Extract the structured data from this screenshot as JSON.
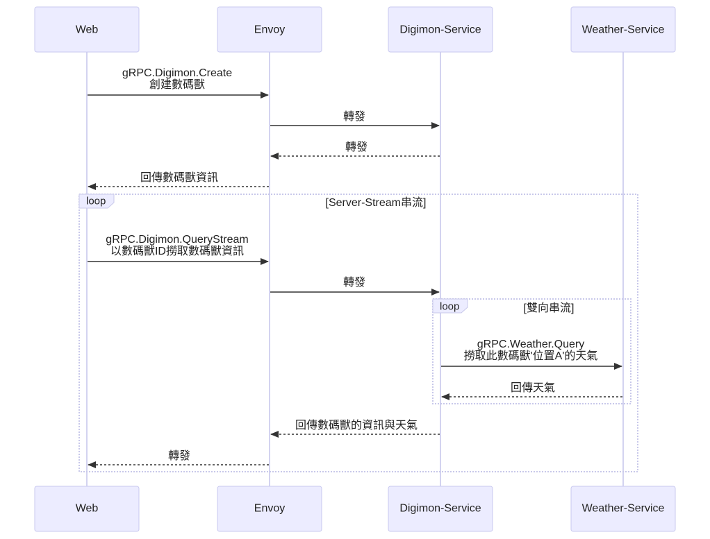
{
  "participants": [
    {
      "id": "web",
      "name": "Web"
    },
    {
      "id": "envoy",
      "name": "Envoy"
    },
    {
      "id": "digimon",
      "name": "Digimon-Service"
    },
    {
      "id": "weather",
      "name": "Weather-Service"
    }
  ],
  "loops": [
    {
      "label": "loop",
      "condition": "[Server-Stream串流]"
    },
    {
      "label": "loop",
      "condition": "[雙向串流]"
    }
  ],
  "messages": [
    {
      "from": "web",
      "to": "envoy",
      "style": "solid",
      "lines": [
        "gRPC.Digimon.Create",
        "創建數碼獸"
      ]
    },
    {
      "from": "envoy",
      "to": "digimon",
      "style": "solid",
      "lines": [
        "轉發"
      ]
    },
    {
      "from": "digimon",
      "to": "envoy",
      "style": "dashed",
      "lines": [
        "轉發"
      ]
    },
    {
      "from": "envoy",
      "to": "web",
      "style": "dashed",
      "lines": [
        "回傳數碼獸資訊"
      ]
    },
    {
      "from": "web",
      "to": "envoy",
      "style": "solid",
      "lines": [
        "gRPC.Digimon.QueryStream",
        "以數碼獸ID撈取數碼獸資訊"
      ]
    },
    {
      "from": "envoy",
      "to": "digimon",
      "style": "solid",
      "lines": [
        "轉發"
      ]
    },
    {
      "from": "digimon",
      "to": "weather",
      "style": "solid",
      "lines": [
        "gRPC.Weather.Query",
        "撈取此數碼獸'位置A'的天氣"
      ]
    },
    {
      "from": "weather",
      "to": "digimon",
      "style": "dashed",
      "lines": [
        "回傳天氣"
      ]
    },
    {
      "from": "digimon",
      "to": "envoy",
      "style": "dashed",
      "lines": [
        "回傳數碼獸的資訊與天氣"
      ]
    },
    {
      "from": "envoy",
      "to": "web",
      "style": "dashed",
      "lines": [
        "轉發"
      ]
    }
  ]
}
